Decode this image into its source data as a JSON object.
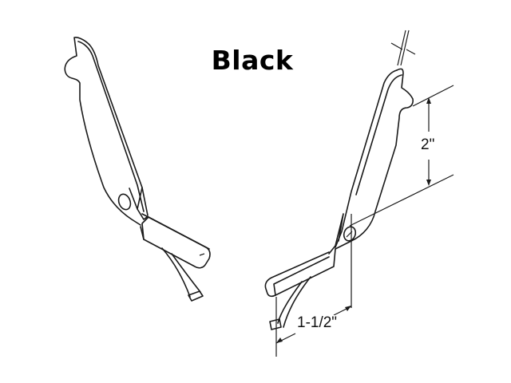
{
  "title": "Black",
  "dimensions": {
    "height": "2\"",
    "width": "1-1/2\""
  },
  "parts": [
    {
      "name": "left-bracket",
      "view": "left-hand"
    },
    {
      "name": "right-bracket",
      "view": "right-hand"
    }
  ]
}
